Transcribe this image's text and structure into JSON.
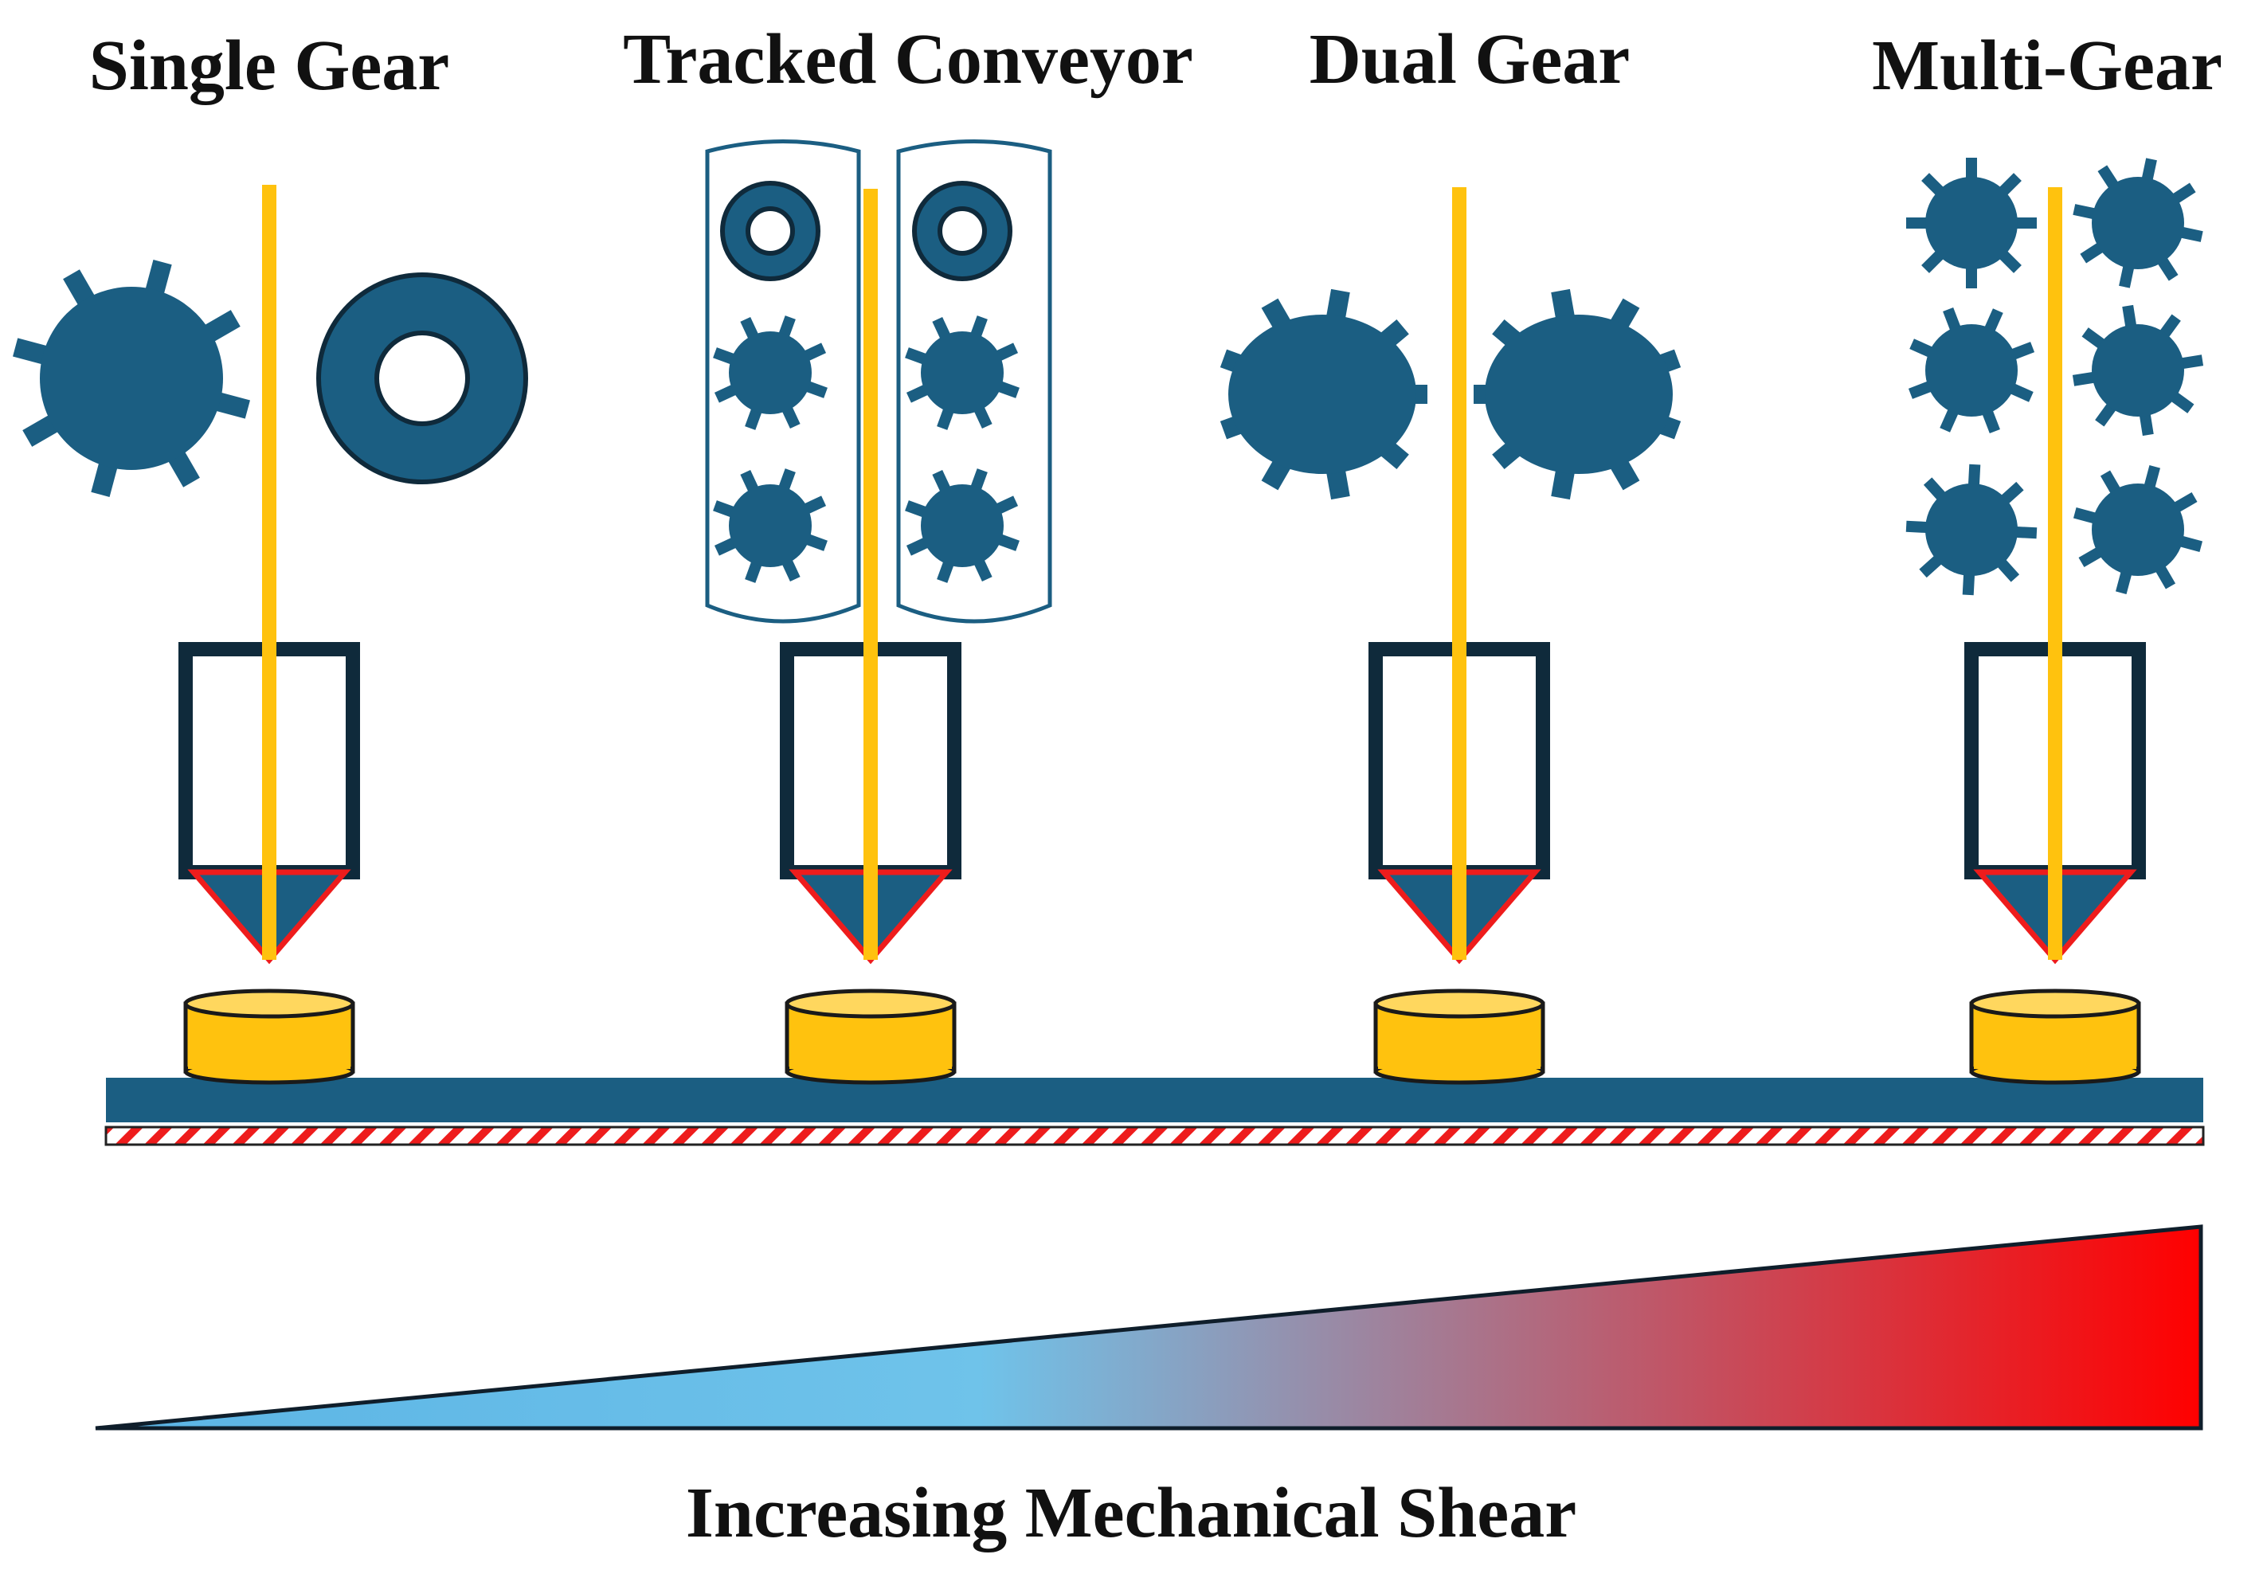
{
  "stations": [
    {
      "id": "single-gear",
      "label": "Single Gear"
    },
    {
      "id": "tracked-conveyor",
      "label": "Tracked Conveyor"
    },
    {
      "id": "dual-gear",
      "label": "Dual Gear"
    },
    {
      "id": "multi-gear",
      "label": "Multi-Gear"
    }
  ],
  "shear_axis": {
    "label": "Increasing Mechanical Shear"
  },
  "colors": {
    "gear": "#1b5e82",
    "filament": "#ffc20e",
    "frame": "#0f2a3b",
    "tip_outline": "#ee1c1c",
    "platform": "#1b5e82",
    "part": "#ffc20e",
    "gradient_start": "#5bb4e5",
    "gradient_mid": "#6fc3ea",
    "gradient_end": "#ff0000"
  }
}
